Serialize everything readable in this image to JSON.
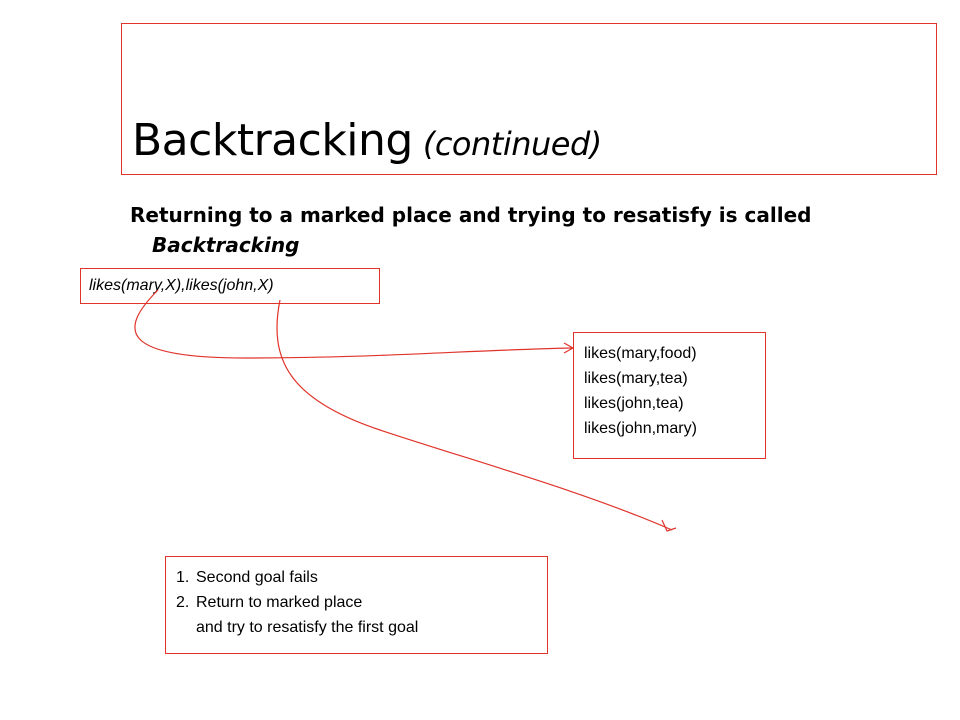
{
  "title": {
    "main": "Backtracking",
    "sub": "(continued)"
  },
  "body": {
    "text": "Returning to a marked place and trying to resatisfy is called ",
    "emphasis": "Backtracking"
  },
  "goal_query": "likes(mary,X),likes(john,X)",
  "facts": [
    "likes(mary,food)",
    "likes(mary,tea)",
    "likes(john,tea)",
    "likes(john,mary)"
  ],
  "steps": [
    {
      "num": "1.",
      "text": "Second goal fails"
    },
    {
      "num": "2.",
      "text": "Return to marked place"
    }
  ],
  "step_continuation": "and try to resatisfy the first goal",
  "colors": {
    "accent": "#e0342b"
  }
}
